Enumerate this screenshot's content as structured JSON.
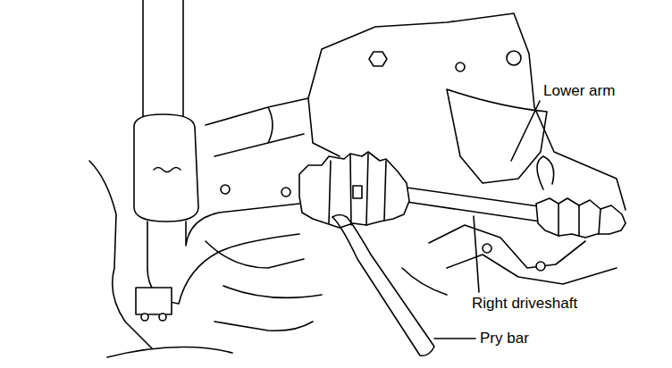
{
  "diagram": {
    "labels": [
      "Lower arm",
      "Right driveshaft",
      "Pry bar"
    ]
  }
}
